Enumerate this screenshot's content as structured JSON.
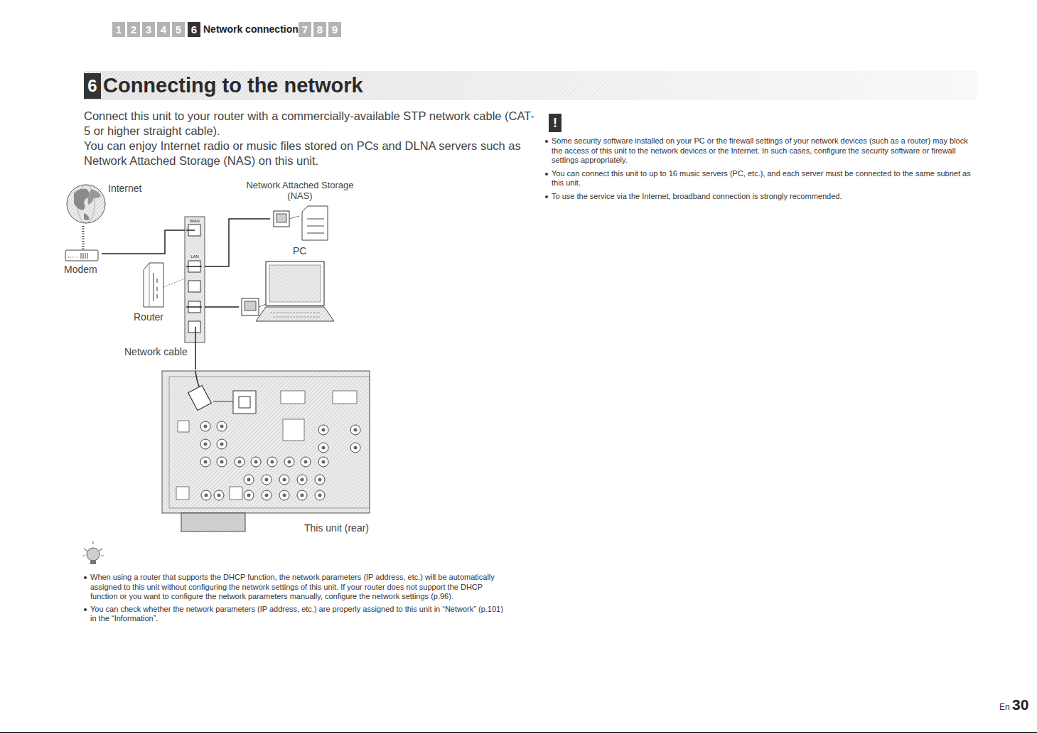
{
  "diagram": {
    "title": "Connecting to the network",
    "nodes": [
      {
        "text": [
          "Internet"
        ]
      },
      {
        "text": [
          "Modem"
        ]
      },
      {
        "text": [
          "Router"
        ]
      },
      {
        "text": [
          "Network Attached Storage (NAS)"
        ]
      },
      {
        "text": [
          "PC"
        ]
      },
      {
        "text": [
          "This unit (rear)"
        ]
      }
    ],
    "edges": [
      {
        "from": 0,
        "to": 1,
        "arrow": "none"
      },
      {
        "from": 1,
        "to": 2,
        "arrow": "none"
      },
      {
        "from": 2,
        "to": 3,
        "arrow": "none"
      },
      {
        "from": 2,
        "to": 4,
        "arrow": "none"
      },
      {
        "from": 2,
        "to": 5,
        "arrow": "none"
      }
    ],
    "labels": [
      "1",
      "2",
      "3",
      "4",
      "5",
      "6",
      "Network connections",
      "7",
      "8",
      "9",
      "6",
      "Connect this unit to your router with a commercially-available STP network cable (CAT-5 or higher straight cable).",
      "You can enjoy Internet radio or music files stored on PCs and DLNA servers such as Network Attached Storage (NAS) on this unit.",
      "WAN",
      "LAN",
      "Network cable",
      "!",
      "Some security software installed on your PC or the firewall settings of your network devices (such as a router) may block the access of this unit to the network devices or the Internet. In such cases, configure the security software or firewall settings appropriately.",
      "You can connect this unit to up to 16 music servers (PC, etc.), and each server must be connected to the same subnet as this unit.",
      "To use the service via the Internet, broadband connection is strongly recommended.",
      "When using a router that supports the DHCP function, the network parameters (IP address, etc.) will be automatically assigned to this unit without configuring the network settings of this unit. If your router does not support the DHCP function or you want to configure the network parameters manually, configure the network settings (p.96).",
      "You can check whether the network parameters (IP address, etc.) are properly assigned to this unit in “Network” (p.101) in the “Information”.",
      "En",
      "30"
    ]
  }
}
